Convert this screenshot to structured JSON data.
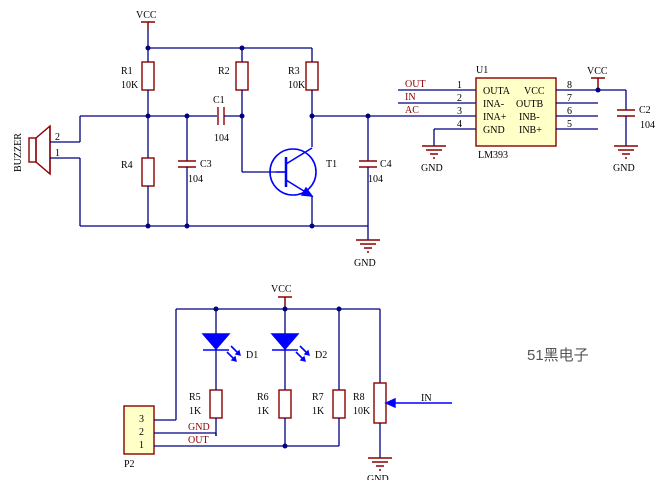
{
  "power": {
    "vcc": "VCC",
    "gnd": "GND"
  },
  "top": {
    "r1": {
      "ref": "R1",
      "value": "10K"
    },
    "r2": {
      "ref": "R2"
    },
    "r3": {
      "ref": "R3",
      "value": "10K"
    },
    "r4": {
      "ref": "R4"
    },
    "c1": {
      "ref": "C1",
      "value": "104"
    },
    "c3": {
      "ref": "C3",
      "value": "104"
    },
    "c4": {
      "ref": "C4",
      "value": "104"
    },
    "t1": {
      "ref": "T1"
    },
    "buzzer": {
      "ref": "BUZZER",
      "pins": [
        "2",
        "1"
      ]
    }
  },
  "ic": {
    "ref": "U1",
    "part": "LM393",
    "left_pins": [
      {
        "num": "1",
        "name": "OUTA",
        "net": "OUT"
      },
      {
        "num": "2",
        "name": "INA-",
        "net": "IN"
      },
      {
        "num": "3",
        "name": "INA+",
        "net": "AC"
      },
      {
        "num": "4",
        "name": "GND",
        "net": ""
      }
    ],
    "right_pins": [
      {
        "num": "8",
        "name": "VCC"
      },
      {
        "num": "7",
        "name": "OUTB"
      },
      {
        "num": "6",
        "name": "INB-"
      },
      {
        "num": "5",
        "name": "INB+"
      }
    ],
    "c2": {
      "ref": "C2",
      "value": "104"
    }
  },
  "bottom": {
    "d1": {
      "ref": "D1"
    },
    "d2": {
      "ref": "D2"
    },
    "r5": {
      "ref": "R5",
      "value": "1K"
    },
    "r6": {
      "ref": "R6",
      "value": "1K"
    },
    "r7": {
      "ref": "R7",
      "value": "1K"
    },
    "r8": {
      "ref": "R8",
      "value": "10K"
    },
    "in_label": "IN",
    "p2": {
      "ref": "P2",
      "pins": [
        "3",
        "2",
        "1"
      ],
      "nets": [
        "GND",
        "OUT"
      ]
    }
  },
  "watermark": "51黑电子"
}
